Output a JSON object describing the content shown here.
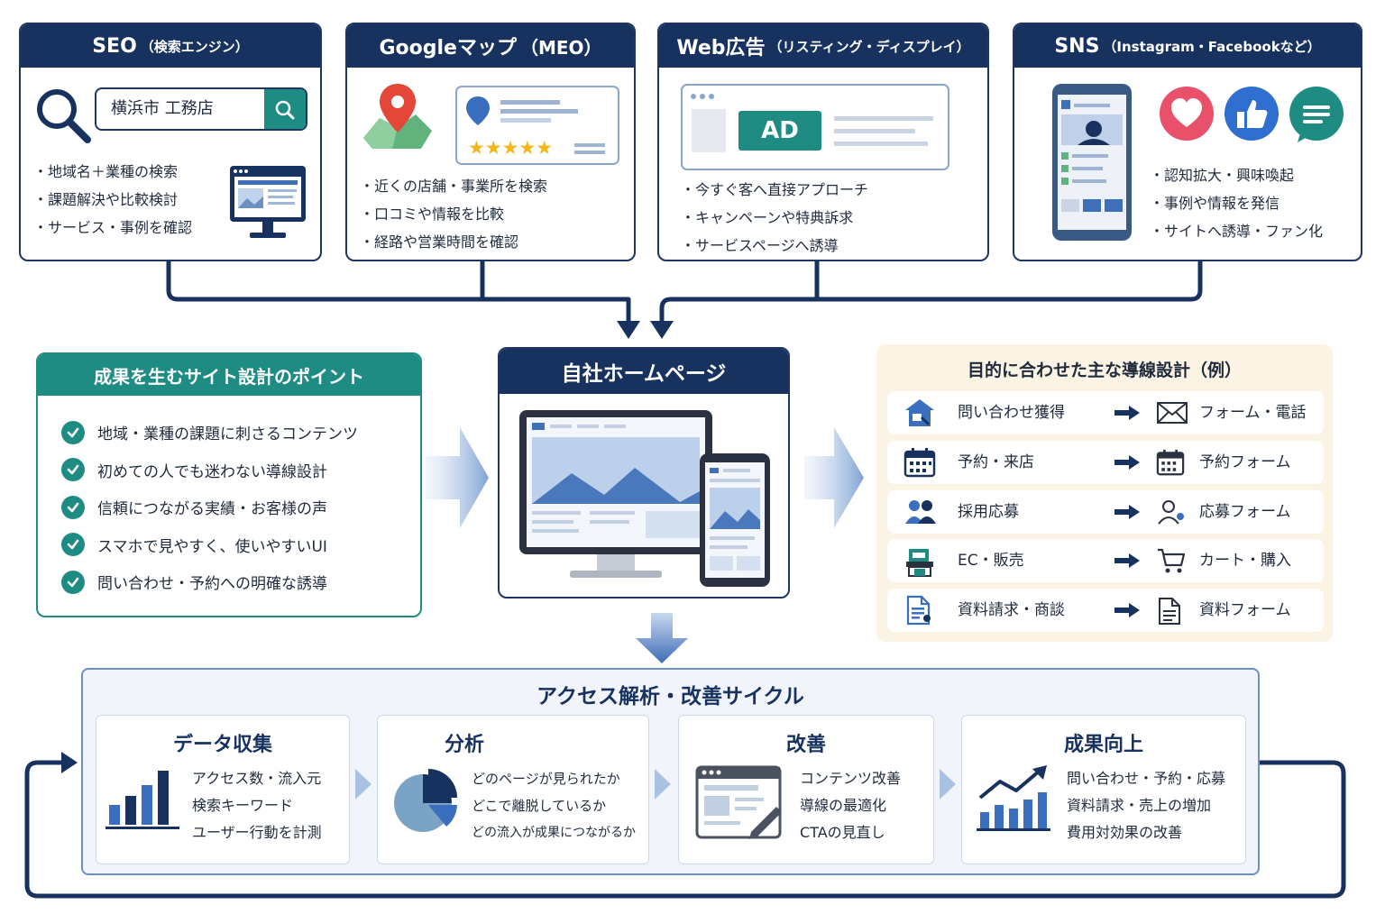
{
  "channels": [
    {
      "name": "SEO",
      "sub": "（検索エンジン）",
      "bullets": [
        "地域名＋業種の検索",
        "課題解決や比較検討",
        "サービス・事例を確認"
      ],
      "query": "横浜市 工務店",
      "icon": "search-icon"
    },
    {
      "name": "Googleマップ",
      "sub": "（MEO）",
      "bullets": [
        "近くの店舗・事業所を検索",
        "口コミや情報を比較",
        "経路や営業時間を確認"
      ],
      "icon": "map-pin-icon"
    },
    {
      "name": "Web広告",
      "sub": "（リスティング・ディスプレイ）",
      "bullets": [
        "今すぐ客へ直接アプローチ",
        "キャンペーンや特典訴求",
        "サービスページへ誘導"
      ],
      "ad_label": "AD",
      "icon": "ad-banner-icon"
    },
    {
      "name": "SNS",
      "sub": "（Instagram・Facebookなど）",
      "bullets": [
        "認知拡大・興味喚起",
        "事例や情報を発信",
        "サイトへ誘導・ファン化"
      ],
      "icon": "smartphone-icon"
    }
  ],
  "design_points": {
    "title": "成果を生むサイト設計のポイント",
    "items": [
      "地域・業種の課題に刺さるコンテンツ",
      "初めての人でも迷わない導線設計",
      "信頼につながる実績・お客様の声",
      "スマホで見やすく、使いやすいUI",
      "問い合わせ・予約への明確な誘導"
    ]
  },
  "homepage": {
    "title": "自社ホームページ"
  },
  "flows": {
    "title": "目的に合わせた主な導線設計（例）",
    "rows": [
      {
        "goal": "問い合わせ獲得",
        "target": "フォーム・電話",
        "goal_icon": "house-icon",
        "target_icon": "envelope-icon"
      },
      {
        "goal": "予約・来店",
        "target": "予約フォーム",
        "goal_icon": "calendar-icon",
        "target_icon": "calendar-icon"
      },
      {
        "goal": "採用応募",
        "target": "応募フォーム",
        "goal_icon": "people-icon",
        "target_icon": "user-icon"
      },
      {
        "goal": "EC・販売",
        "target": "カート・購入",
        "goal_icon": "shop-icon",
        "target_icon": "cart-icon"
      },
      {
        "goal": "資料請求・商談",
        "target": "資料フォーム",
        "goal_icon": "document-icon",
        "target_icon": "document-icon"
      }
    ]
  },
  "cycle": {
    "title": "アクセス解析・改善サイクル",
    "steps": [
      {
        "title": "データ収集",
        "lines": [
          "アクセス数・流入元",
          "検索キーワード",
          "ユーザー行動を計測"
        ],
        "icon": "bar-chart-icon"
      },
      {
        "title": "分析",
        "lines": [
          "どのページが見られたか",
          "どこで離脱しているか",
          "どの流入が成果につながるか"
        ],
        "icon": "pie-chart-icon"
      },
      {
        "title": "改善",
        "lines": [
          "コンテンツ改善",
          "導線の最適化",
          "CTAの見直し"
        ],
        "icon": "edit-window-icon"
      },
      {
        "title": "成果向上",
        "lines": [
          "問い合わせ・予約・応募",
          "資料請求・売上の増加",
          "費用対効果の改善"
        ],
        "icon": "growth-chart-icon"
      }
    ]
  },
  "colors": {
    "navy": "#17325f",
    "teal": "#1f8c84",
    "light_blue": "#b9cde9",
    "cream": "#fbf3e3"
  }
}
